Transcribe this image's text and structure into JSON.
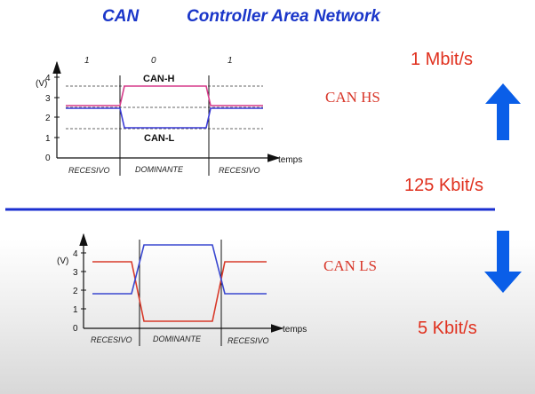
{
  "header": {
    "title_can": "CAN",
    "title_full": "Controller Area  Network"
  },
  "hs": {
    "rate_top": "1 Mbit/s",
    "rate_bottom": "125 Kbit/s",
    "label": "CAN HS",
    "bits": [
      "1",
      "0",
      "1"
    ],
    "y_unit": "(V)",
    "y_ticks": [
      "4",
      "3",
      "2",
      "1",
      "0"
    ],
    "x_axis_label": "temps",
    "signal_high_label": "CAN-H",
    "signal_low_label": "CAN-L",
    "segments": [
      "RECESIVO",
      "DOMINANTE",
      "RECESIVO"
    ]
  },
  "ls": {
    "label": "CAN LS",
    "rate": "5 Kbit/s",
    "y_unit": "(V)",
    "y_ticks": [
      "4",
      "3",
      "2",
      "1",
      "0"
    ],
    "x_axis_label": "temps",
    "segments": [
      "RECESIVO",
      "DOMINANTE",
      "RECESIVO"
    ]
  },
  "colors": {
    "title": "#1a36c9",
    "rate": "#e0301e",
    "can_h": "#d63a8a",
    "can_l": "#3a3ad6",
    "ls_red": "#d83a2a",
    "ls_blue": "#3a48d0",
    "divider": "#1a2fd0",
    "arrow": "#0a5ee8"
  },
  "arrows": {
    "up_icon": "arrow-up-icon",
    "down_icon": "arrow-down-icon"
  }
}
